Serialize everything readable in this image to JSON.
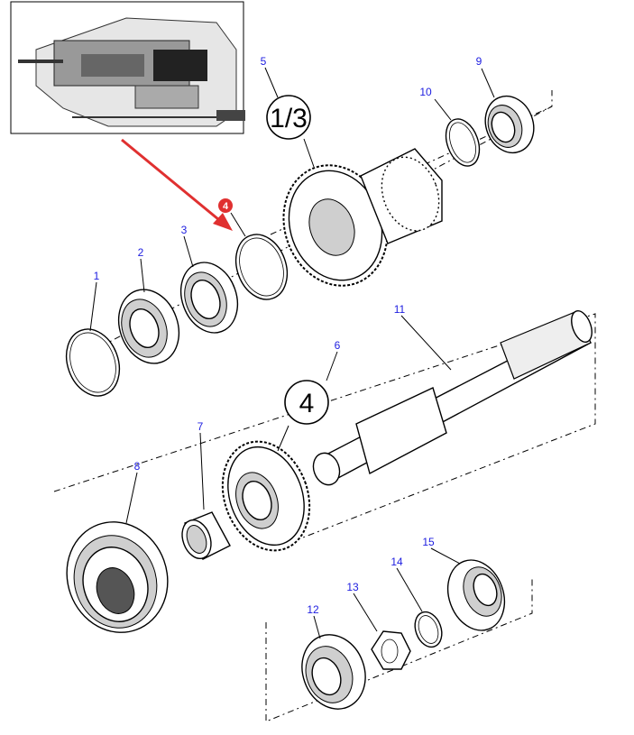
{
  "diagram": {
    "title": "Transmission shaft exploded view",
    "highlight": {
      "label": "4",
      "color": "#e03030",
      "arrow_color": "#e03030"
    },
    "label_color": "#1d1de0",
    "group_badges": [
      {
        "id": "group-1-3",
        "text": "1/3"
      },
      {
        "id": "group-4",
        "text": "4"
      }
    ],
    "parts": [
      {
        "label": "1",
        "name": "snap ring"
      },
      {
        "label": "2",
        "name": "ball bearing"
      },
      {
        "label": "3",
        "name": "bearing"
      },
      {
        "label": "4",
        "name": "snap ring (highlighted)"
      },
      {
        "label": "5",
        "name": "gear 1/3"
      },
      {
        "label": "6",
        "name": "gear 4"
      },
      {
        "label": "7",
        "name": "bushing"
      },
      {
        "label": "8",
        "name": "synchronizer"
      },
      {
        "label": "9",
        "name": "bearing"
      },
      {
        "label": "10",
        "name": "snap ring"
      },
      {
        "label": "11",
        "name": "shaft"
      },
      {
        "label": "12",
        "name": "bearing"
      },
      {
        "label": "13",
        "name": "nut"
      },
      {
        "label": "14",
        "name": "washer"
      },
      {
        "label": "15",
        "name": "seal"
      }
    ]
  }
}
